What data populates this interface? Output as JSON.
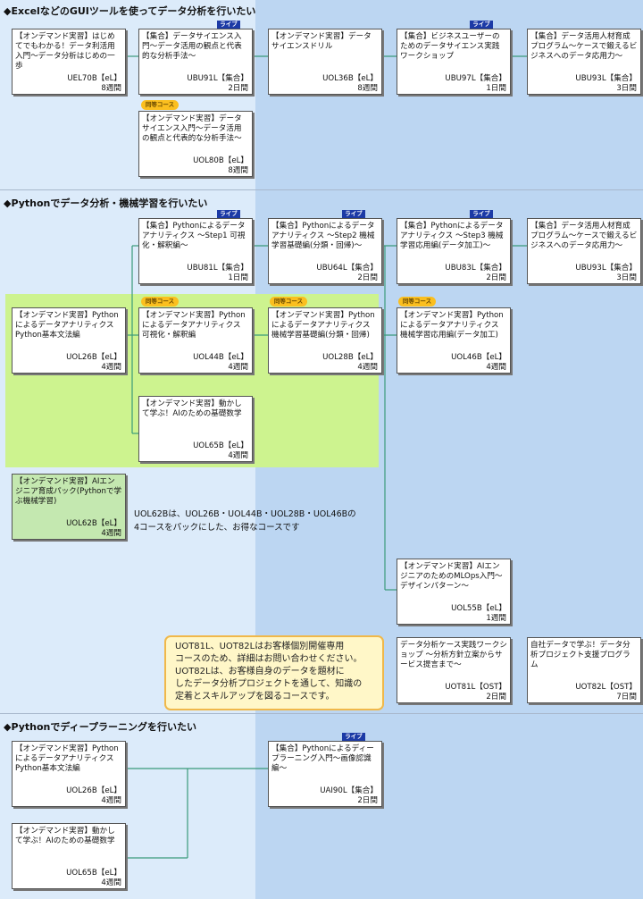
{
  "colors": {
    "left_panel": "#dcebfa",
    "right_panel": "#bcd6f2",
    "green_zone": "#cdf38f",
    "line": "#3a9a7a",
    "live_badge": "#1c3aa6",
    "same_badge": "#fbbf1f",
    "note_border": "#f0b84a"
  },
  "badges": {
    "live": "ライブ",
    "same": "同等コース"
  },
  "sections": [
    "◆ExcelなどのGUIツールを使ってデータ分析を行いたい",
    "◆Pythonでデータ分析・機械学習を行いたい",
    "◆Pythonでディープラーニングを行いたい"
  ],
  "courses": [
    {
      "title": "【オンデマンド実習】はじめてでもわかる！データ利活用入門～データ分析はじめの一歩",
      "code": "UEL70B【eL】",
      "duration": "8週間"
    },
    {
      "title": "【集合】データサイエンス入門～データ活用の観点と代表的な分析手法～",
      "code": "UBU91L【集合】",
      "duration": "2日間"
    },
    {
      "title": "【オンデマンド実習】データサイエンスドリル",
      "code": "UOL36B【eL】",
      "duration": "8週間"
    },
    {
      "title": "【集合】ビジネスユーザーのためのデータサイエンス実践ワークショップ",
      "code": "UBU97L【集合】",
      "duration": "1日間"
    },
    {
      "title": "【集合】データ活用人材育成プログラム～ケースで鍛えるビジネスへのデータ応用力～",
      "code": "UBU93L【集合】",
      "duration": "3日間"
    },
    {
      "title": "【オンデマンド実習】データサイエンス入門～データ活用の観点と代表的な分析手法～",
      "code": "UOL80B【eL】",
      "duration": "8週間"
    },
    {
      "title": "【集合】Pythonによるデータアナリティクス ～Step1 可視化・解釈編～",
      "code": "UBU81L【集合】",
      "duration": "1日間"
    },
    {
      "title": "【集合】Pythonによるデータアナリティクス ～Step2 機械学習基礎編(分類・回帰)～",
      "code": "UBU64L【集合】",
      "duration": "2日間"
    },
    {
      "title": "【集合】Pythonによるデータアナリティクス ～Step3 機械学習応用編(データ加工)～",
      "code": "UBU83L【集合】",
      "duration": "2日間"
    },
    {
      "title": "【集合】データ活用人材育成プログラム～ケースで鍛えるビジネスへのデータ応用力～",
      "code": "UBU93L【集合】",
      "duration": "3日間"
    },
    {
      "title": "【オンデマンド実習】Pythonによるデータアナリティクス Python基本文法編",
      "code": "UOL26B【eL】",
      "duration": "4週間"
    },
    {
      "title": "【オンデマンド実習】Pythonによるデータアナリティクス 可視化・解釈編",
      "code": "UOL44B【eL】",
      "duration": "4週間"
    },
    {
      "title": "【オンデマンド実習】Pythonによるデータアナリティクス 機械学習基礎編(分類・回帰)",
      "code": "UOL28B【eL】",
      "duration": "4週間"
    },
    {
      "title": "【オンデマンド実習】Pythonによるデータアナリティクス 機械学習応用編(データ加工)",
      "code": "UOL46B【eL】",
      "duration": "4週間"
    },
    {
      "title": "【オンデマンド実習】動かして学ぶ！AIのための基礎数学",
      "code": "UOL65B【eL】",
      "duration": "4週間"
    },
    {
      "title": "【オンデマンド実習】AIエンジニア育成パック(Pythonで学ぶ機械学習)",
      "code": "UOL62B【eL】",
      "duration": "4週間"
    },
    {
      "title": "【オンデマンド実習】AIエンジニアのためのMLOps入門～デザインパターン～",
      "code": "UOL55B【eL】",
      "duration": "1週間"
    },
    {
      "title": "データ分析ケース実践ワークショップ ～分析方針立案からサービス提言まで～",
      "code": "UOT81L【OST】",
      "duration": "2日間"
    },
    {
      "title": "自社データで学ぶ！データ分析プロジェクト支援プログラム",
      "code": "UOT82L【OST】",
      "duration": "7日間"
    },
    {
      "title": "【オンデマンド実習】Pythonによるデータアナリティクス Python基本文法編",
      "code": "UOL26B【eL】",
      "duration": "4週間"
    },
    {
      "title": "【集合】Pythonによるディープラーニング入門～画像認識編～",
      "code": "UAI90L【集合】",
      "duration": "2日間"
    },
    {
      "title": "【オンデマンド実習】動かして学ぶ！AIのための基礎数学",
      "code": "UOL65B【eL】",
      "duration": "4週間"
    }
  ],
  "pack_note": [
    "UOL62Bは、UOL26B・UOL44B・UOL28B・UOL46Bの",
    "4コースをパックにした、お得なコースです"
  ],
  "custom_note": [
    "UOT81L、UOT82Lはお客様個別開催専用",
    "コースのため、詳細はお問い合わせください。",
    "UOT82Lは、お客様自身のデータを題材に",
    "したデータ分析プロジェクトを通して、知識の",
    "定着とスキルアップを図るコースです。"
  ]
}
